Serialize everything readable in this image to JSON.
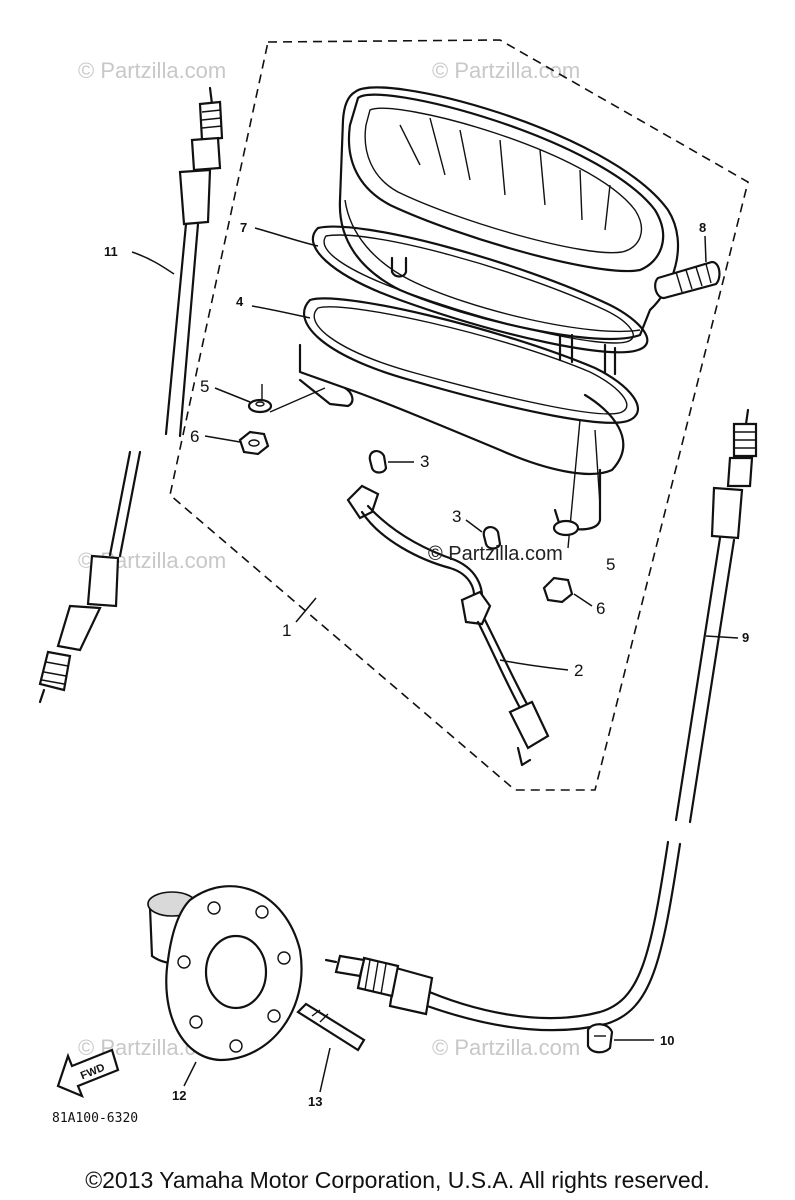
{
  "watermark": "© Partzilla.com",
  "watermark_center": "© Partzilla.com",
  "diagram_code": "81A100-6320",
  "fwd_label": "FWD",
  "copyright": "©2013  Yamaha Motor Corporation, U.S.A. All rights reserved.",
  "callouts": {
    "c1": "1",
    "c2": "2",
    "c3a": "3",
    "c3b": "3",
    "c4": "4",
    "c5a": "5",
    "c5b": "5",
    "c6a": "6",
    "c6b": "6",
    "c7": "7",
    "c8": "8",
    "c9": "9",
    "c10": "10",
    "c11": "11",
    "c12": "12",
    "c13": "13"
  }
}
